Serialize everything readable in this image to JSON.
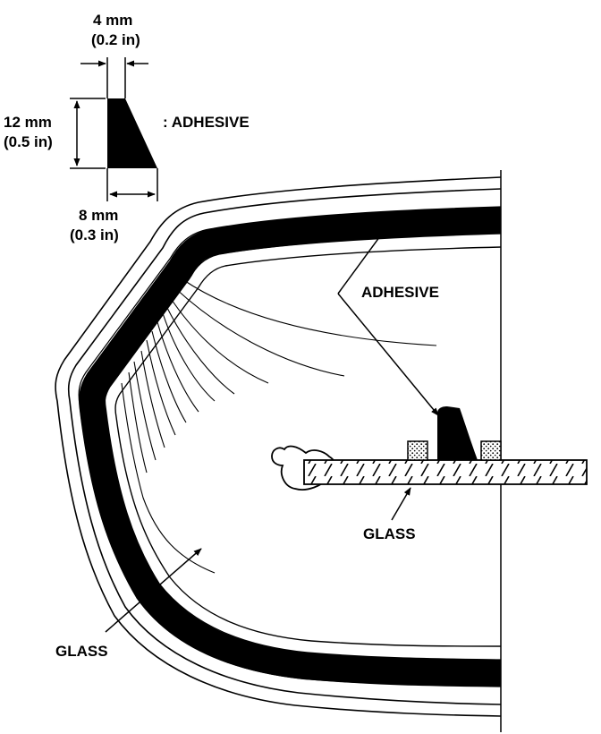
{
  "dimensions": {
    "top_width": {
      "metric": "4 mm",
      "imperial": "(0.2 in)"
    },
    "height": {
      "metric": "12 mm",
      "imperial": "(0.5 in)"
    },
    "bottom_width": {
      "metric": "8 mm",
      "imperial": "(0.3 in)"
    }
  },
  "bead_legend": ": ADHESIVE",
  "callouts": {
    "adhesive": "ADHESIVE",
    "glass_section": "GLASS",
    "glass_main": "GLASS"
  },
  "colors": {
    "ink": "#000000",
    "paper": "#ffffff"
  }
}
